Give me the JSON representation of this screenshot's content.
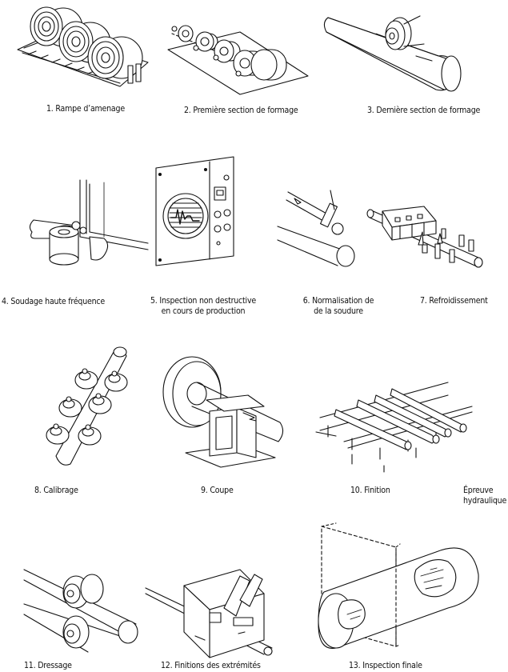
{
  "steps": [
    {
      "label": "1. Rampe d’amenage"
    },
    {
      "label": "2. Première section de formage"
    },
    {
      "label": "3. Dernière section de formage"
    },
    {
      "label": "4. Soudage haute fréquence"
    },
    {
      "label_line1": "5. Inspection non destructive",
      "label_line2": "en cours de production"
    },
    {
      "label_line1": "6. Normalisation de",
      "label_line2": "de la soudure"
    },
    {
      "label": "7. Refroidissement"
    },
    {
      "label": "8. Calibrage"
    },
    {
      "label": "9. Coupe"
    },
    {
      "label": "10. Finition"
    },
    {
      "label_line1": "Épreuve",
      "label_line2": "hydraulique"
    },
    {
      "label": "11. Dressage"
    },
    {
      "label": "12. Finitions des extrémités"
    },
    {
      "label": "13. Inspection finale"
    }
  ],
  "panel_13_marks": [
    "",
    ""
  ]
}
